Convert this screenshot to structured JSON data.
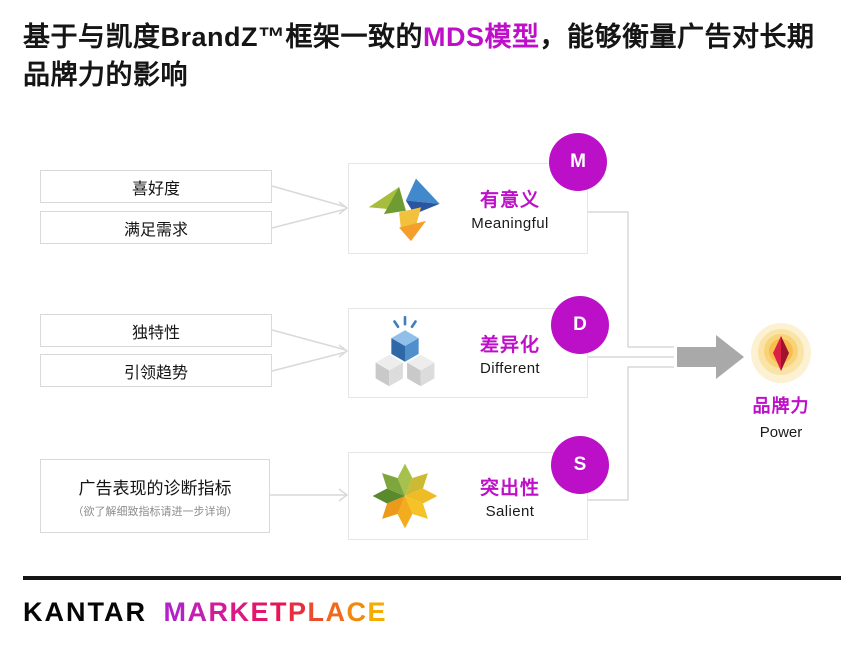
{
  "title": {
    "prefix": "基于与凯度BrandZ™框架一致的",
    "highlight": "MDS模型",
    "suffix": "，能够衡量广告对长期",
    "line2": "品牌力的影响"
  },
  "colors": {
    "accent_magenta": "#BE10C8",
    "badge_magenta": "#BB10C8",
    "connector_gray": "#D9D9D9",
    "arrow_gray": "#A9A9A9",
    "box_border_gray": "#D9D9D9"
  },
  "flow": {
    "rows": [
      {
        "inputs": [
          {
            "label": "喜好度"
          },
          {
            "label": "满足需求"
          }
        ],
        "badge": "M",
        "icon": "pinwheel-icon",
        "dimension_zh": "有意义",
        "dimension_en": "Meaningful"
      },
      {
        "inputs": [
          {
            "label": "独特性"
          },
          {
            "label": "引领趋势"
          }
        ],
        "badge": "D",
        "icon": "cubes-icon",
        "dimension_zh": "差异化",
        "dimension_en": "Different"
      },
      {
        "inputs": [
          {
            "label": "广告表现的诊断指标",
            "sublabel": "（欲了解细致指标请进一步详询）"
          }
        ],
        "badge": "S",
        "icon": "starburst-icon",
        "dimension_zh": "突出性",
        "dimension_en": "Salient"
      }
    ],
    "outcome": {
      "icon": "glow-diamond-icon",
      "zh": "品牌力",
      "en": "Power"
    }
  },
  "footer": {
    "brand": "KANTAR",
    "product": "MARKETPLACE",
    "product_letters": [
      {
        "ch": "M",
        "color": "#B321C9"
      },
      {
        "ch": "A",
        "color": "#C41EB2"
      },
      {
        "ch": "R",
        "color": "#D11B9B"
      },
      {
        "ch": "K",
        "color": "#DB1984"
      },
      {
        "ch": "E",
        "color": "#E3166C"
      },
      {
        "ch": "T",
        "color": "#E81457"
      },
      {
        "ch": "P",
        "color": "#E72E41"
      },
      {
        "ch": "L",
        "color": "#EA4C2E"
      },
      {
        "ch": "A",
        "color": "#EF6A1C"
      },
      {
        "ch": "C",
        "color": "#F2890F"
      },
      {
        "ch": "E",
        "color": "#F6AB00"
      }
    ]
  }
}
